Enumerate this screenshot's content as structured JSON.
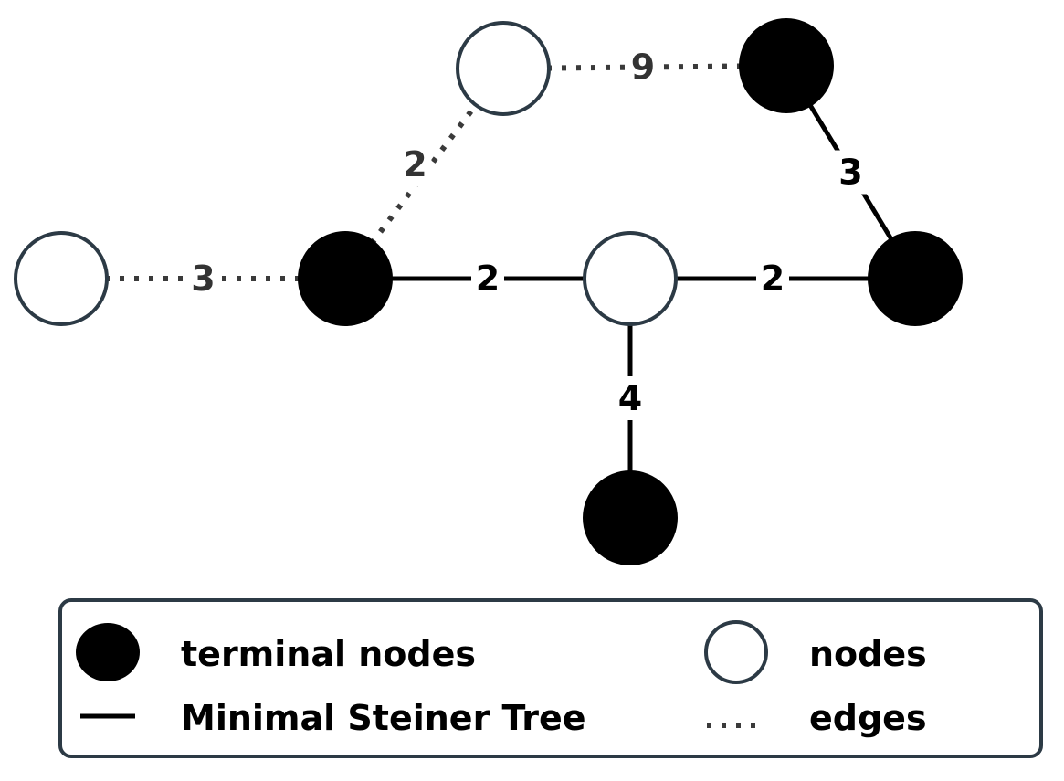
{
  "colors": {
    "terminal_fill": "#000000",
    "node_fill": "#ffffff",
    "node_stroke": "#2c3a45",
    "tree_edge": "#000000",
    "dotted_edge": "#3a3a3a",
    "label_tree": "#000000",
    "label_dotted": "#333333",
    "legend_border": "#2c3a45"
  },
  "graph": {
    "nodes": [
      {
        "id": "left-node",
        "type": "node"
      },
      {
        "id": "top-node",
        "type": "node"
      },
      {
        "id": "top-right-terminal",
        "type": "terminal"
      },
      {
        "id": "center-left-terminal",
        "type": "terminal"
      },
      {
        "id": "center-node",
        "type": "node"
      },
      {
        "id": "right-terminal",
        "type": "terminal"
      },
      {
        "id": "bottom-terminal",
        "type": "terminal"
      }
    ],
    "edges": [
      {
        "from": "left-node",
        "to": "center-left-terminal",
        "weight": "3",
        "style": "dotted"
      },
      {
        "from": "center-left-terminal",
        "to": "top-node",
        "weight": "2",
        "style": "dotted"
      },
      {
        "from": "top-node",
        "to": "top-right-terminal",
        "weight": "9",
        "style": "dotted"
      },
      {
        "from": "top-right-terminal",
        "to": "right-terminal",
        "weight": "3",
        "style": "solid"
      },
      {
        "from": "center-left-terminal",
        "to": "center-node",
        "weight": "2",
        "style": "solid"
      },
      {
        "from": "center-node",
        "to": "right-terminal",
        "weight": "2",
        "style": "solid"
      },
      {
        "from": "center-node",
        "to": "bottom-terminal",
        "weight": "4",
        "style": "solid"
      }
    ]
  },
  "legend": {
    "terminal_label": "terminal nodes",
    "nodes_label": "nodes",
    "tree_label": "Minimal Steiner Tree",
    "edges_label": "edges"
  }
}
